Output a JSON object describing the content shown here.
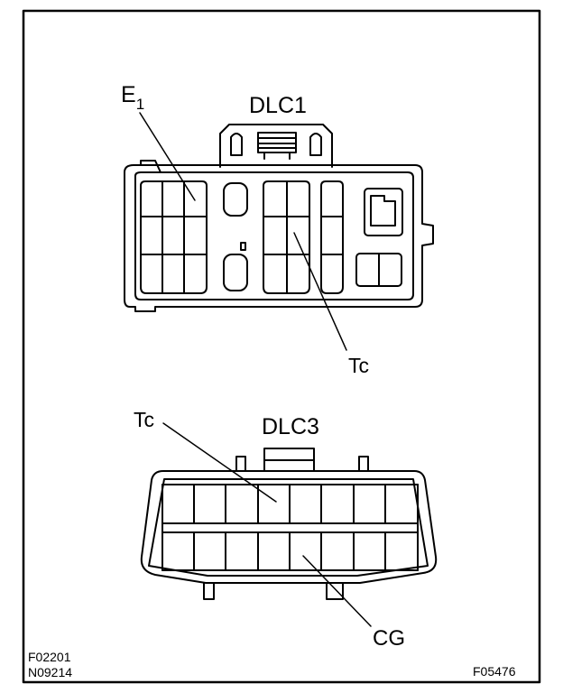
{
  "dlc1": {
    "title": "DLC1",
    "e1_label_main": "E",
    "e1_label_sub": "1",
    "tc_label": "Tc"
  },
  "dlc3": {
    "title": "DLC3",
    "tc_label": "Tc",
    "cg_label": "CG"
  },
  "codes": {
    "left_line1": "F02201",
    "left_line2": "N09214",
    "right": "F05476"
  }
}
